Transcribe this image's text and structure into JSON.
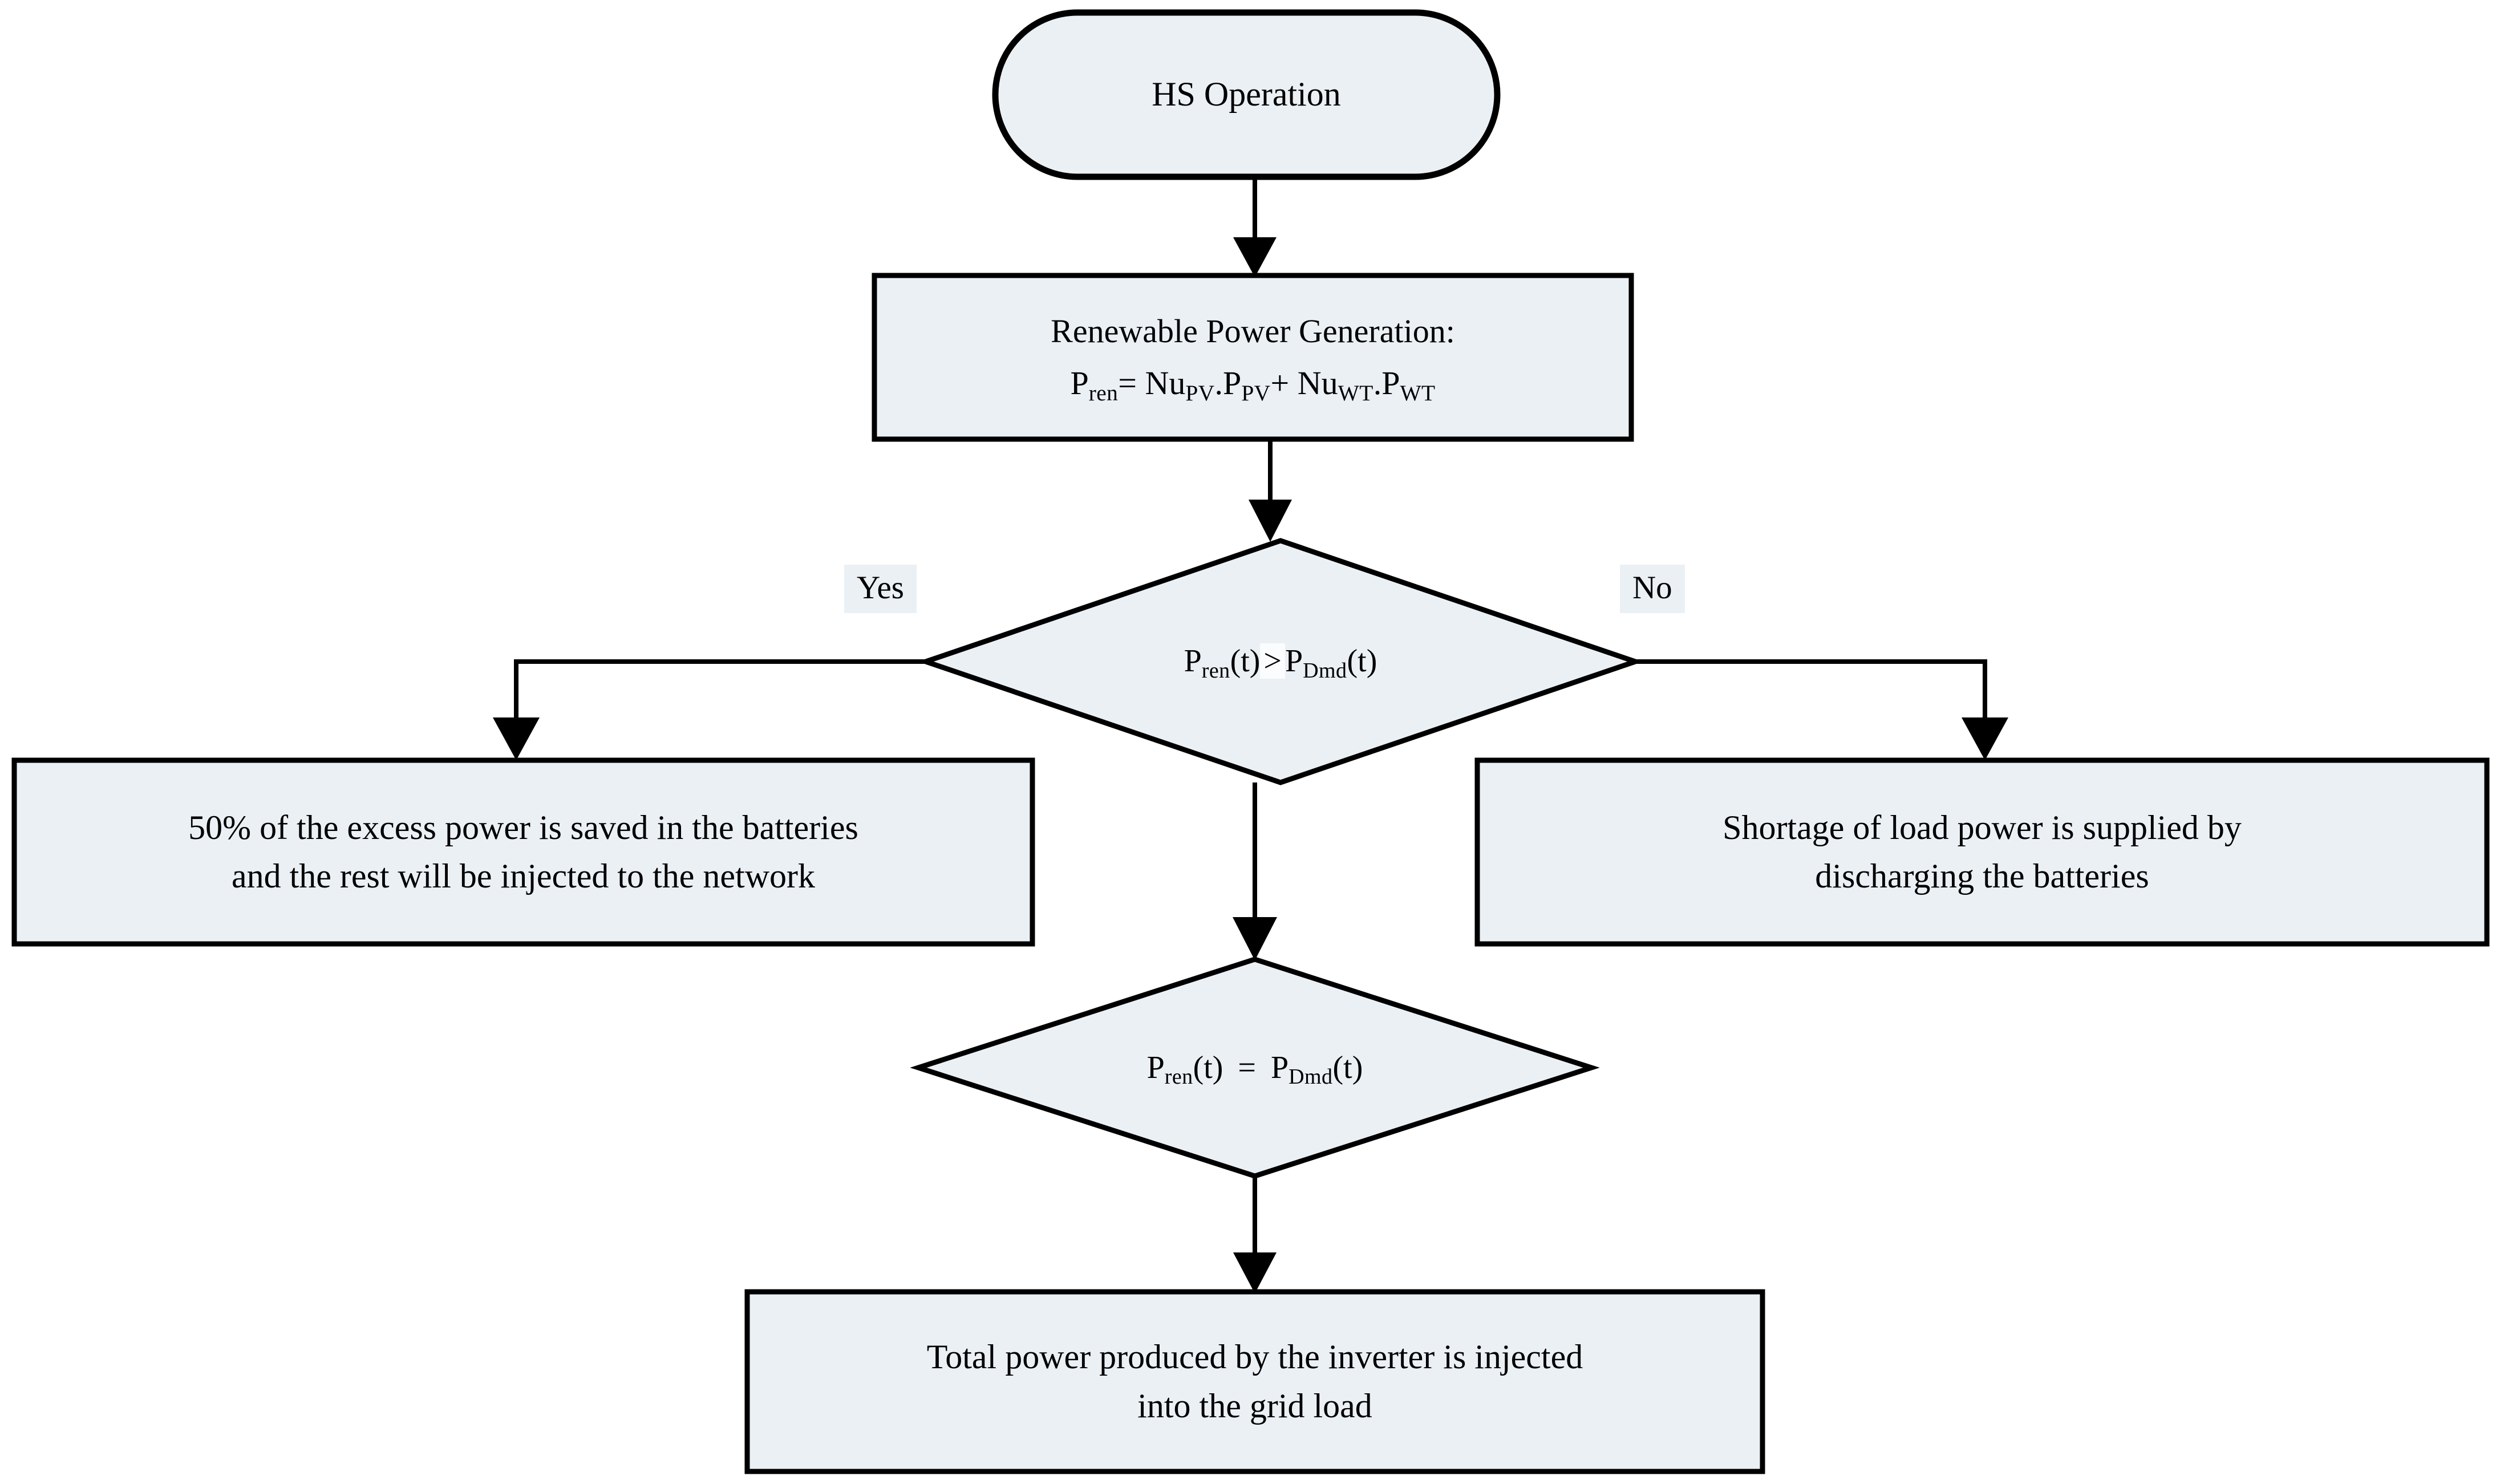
{
  "diagram": {
    "title": "HS Operation flowchart",
    "colors": {
      "node_fill": "#ebf0f5",
      "node_stroke": "#000000",
      "background": "#ffffff",
      "label_fill": "#ebf0f5"
    }
  },
  "nodes": {
    "start": {
      "shape": "stadium",
      "label": "HS Operation"
    },
    "generation": {
      "shape": "rectangle",
      "line1": "Renewable Power Generation:",
      "formula": {
        "p": "P",
        "p_sub": "ren",
        "eq": "= Nu",
        "nu1_sub": "PV",
        "dot1": ".P",
        "ppv_sub": "PV",
        "plus": "+ Nu",
        "nu2_sub": "WT",
        "dot2": ".P",
        "pwt_sub": "WT"
      }
    },
    "decision1": {
      "shape": "diamond",
      "left": "P",
      "left_sub": "ren",
      "left_arg": "(t)",
      "operator": ">",
      "right": "P",
      "right_sub": "Dmd",
      "right_arg": "(t)"
    },
    "decision2": {
      "shape": "diamond",
      "left": "P",
      "left_sub": "ren",
      "left_arg": "(t)",
      "operator": "=",
      "right": "P",
      "right_sub": "Dmd",
      "right_arg": "(t)"
    },
    "excess_power": {
      "shape": "rectangle",
      "line1": "50% of the excess power is saved in the batteries",
      "line2": "and the rest will be injected to the network"
    },
    "shortage_power": {
      "shape": "rectangle",
      "line1": "Shortage of load power is supplied by",
      "line2": "discharging the batteries"
    },
    "inverter_output": {
      "shape": "rectangle",
      "line1": "Total power produced by the inverter is injected",
      "line2": "into the grid load"
    }
  },
  "edge_labels": {
    "yes": "Yes",
    "no": "No"
  }
}
